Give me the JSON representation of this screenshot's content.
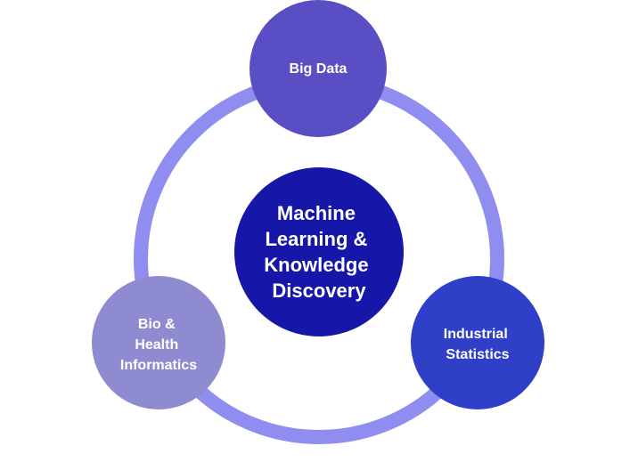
{
  "center": {
    "lines": [
      "Machine",
      "Learning &",
      "Knowledge",
      "Discovery"
    ]
  },
  "nodes": {
    "big_data": {
      "lines": [
        "Big Data"
      ]
    },
    "industrial_statistics": {
      "lines": [
        "Industrial",
        "Statistics"
      ]
    },
    "bio_health": {
      "lines": [
        "Bio &",
        "Health",
        "Informatics"
      ]
    }
  },
  "colors": {
    "ring": "#8f8ef0",
    "center": "#1616a8",
    "big_data": "#5a4ec4",
    "industrial_statistics": "#2f3fc8",
    "bio_health": "#8f8bd0"
  }
}
